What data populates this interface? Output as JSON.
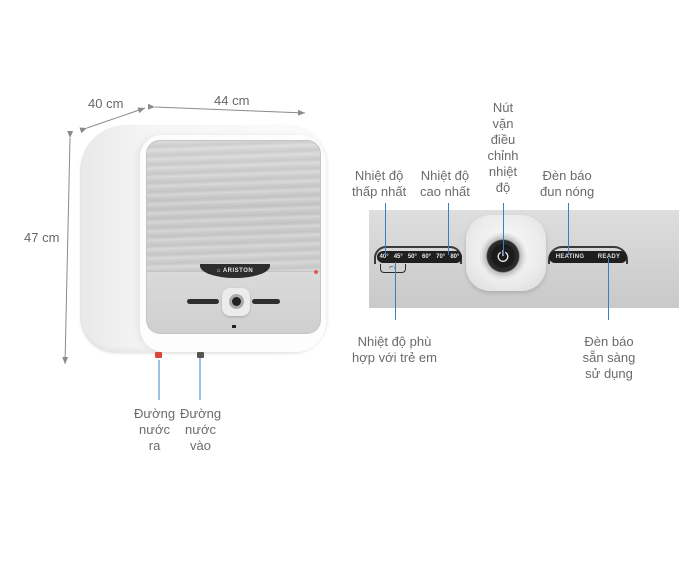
{
  "product": {
    "brand": "ARISTON",
    "dimensions": {
      "depth": "40 cm",
      "width": "44 cm",
      "height": "47 cm"
    },
    "pipes": {
      "outlet": {
        "label": [
          "Đường",
          "nước",
          "ra"
        ],
        "color": "#d9463b"
      },
      "inlet": {
        "label": [
          "Đường",
          "nước",
          "vào"
        ],
        "color": "#555555"
      }
    }
  },
  "closeup": {
    "temperature_scale": [
      "40°",
      "45°",
      "50°",
      "60°",
      "70°",
      "80°"
    ],
    "status_indicators": [
      "HEATING",
      "READY"
    ],
    "annotations": {
      "min_temp": [
        "Nhiệt độ",
        "thấp nhất"
      ],
      "max_temp": [
        "Nhiệt độ",
        "cao nhất"
      ],
      "knob": [
        "Nút",
        "vặn",
        "điều",
        "chỉnh",
        "nhiệt",
        "độ"
      ],
      "heating_light": [
        "Đèn báo",
        "đun nóng"
      ],
      "child_safe_temp": [
        "Nhiệt độ phù",
        "hợp với trẻ em"
      ],
      "ready_light": [
        "Đèn báo",
        "sẵn sàng",
        "sử dụng"
      ]
    }
  },
  "colors": {
    "leader_line": "#3a7fc4",
    "label_text": "#6b6b6b",
    "dimension_arrow": "#8a8a8a"
  }
}
